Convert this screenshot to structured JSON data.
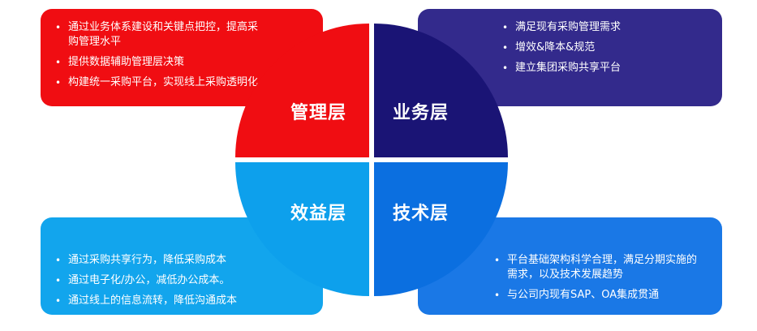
{
  "quadrants": {
    "management": {
      "label": "管理层",
      "color": "#f00d12",
      "box_color": "#f00d12",
      "points": [
        "通过业务体系建设和关键点把控，提高采购管理水平",
        "提供数据辅助管理层决策",
        "构建统一采购平台，实现线上采购透明化"
      ]
    },
    "business": {
      "label": "业务层",
      "color": "#1a1475",
      "box_color": "#332a8c",
      "points": [
        "满足现有采购管理需求",
        "增效&降本&规范",
        "建立集团采购共享平台"
      ]
    },
    "benefit": {
      "label": "效益层",
      "color": "#0da0ec",
      "box_color": "#12a5ed",
      "points": [
        "通过采购共享行为，降低采购成本",
        "通过电子化/办公，减低办公成本。",
        "通过线上的信息流转，降低沟通成本"
      ]
    },
    "technology": {
      "label": "技术层",
      "color": "#0b6fe0",
      "box_color": "#1a78e6",
      "points": [
        "平台基础架构科学合理，满足分期实施的需求，以及技术发展趋势",
        "与公司内现有SAP、OA集成贯通"
      ]
    }
  }
}
